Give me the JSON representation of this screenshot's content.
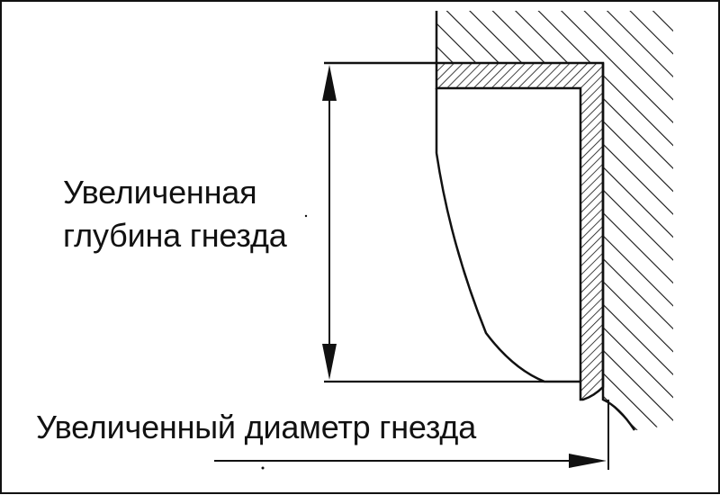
{
  "diagram": {
    "depth_label_line1": "Увеличенная",
    "depth_label_line2": "глубина гнезда",
    "diameter_label": "Увеличенный диаметр гнезда",
    "colors": {
      "ink": "#111111",
      "background": "#ffffff"
    }
  }
}
